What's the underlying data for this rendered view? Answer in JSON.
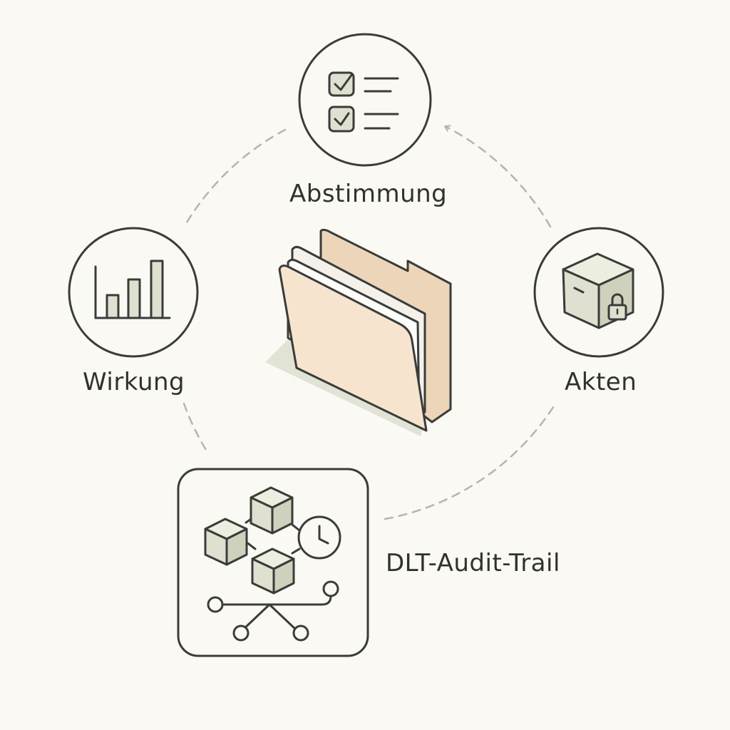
{
  "colors": {
    "background": "#fbf9f4",
    "stroke": "#3a3c3a",
    "fill_green": "#dfe0d0",
    "folder_front": "#f6e4cf",
    "folder_back": "#ecd5b8",
    "dash": "#b5b5b0"
  },
  "nodes": {
    "abstimmung": {
      "label": "Abstimmung",
      "icon": "checklist-icon"
    },
    "wirkung": {
      "label": "Wirkung",
      "icon": "bar-chart-icon"
    },
    "akten": {
      "label": "Akten",
      "icon": "locked-box-icon"
    },
    "dlt": {
      "label": "DLT-Audit-Trail",
      "icon": "blockchain-network-icon"
    },
    "center": {
      "icon": "folder-icon"
    }
  },
  "cycle": {
    "direction": "counterclockwise",
    "order": [
      "akten",
      "abstimmung",
      "wirkung",
      "dlt"
    ]
  }
}
